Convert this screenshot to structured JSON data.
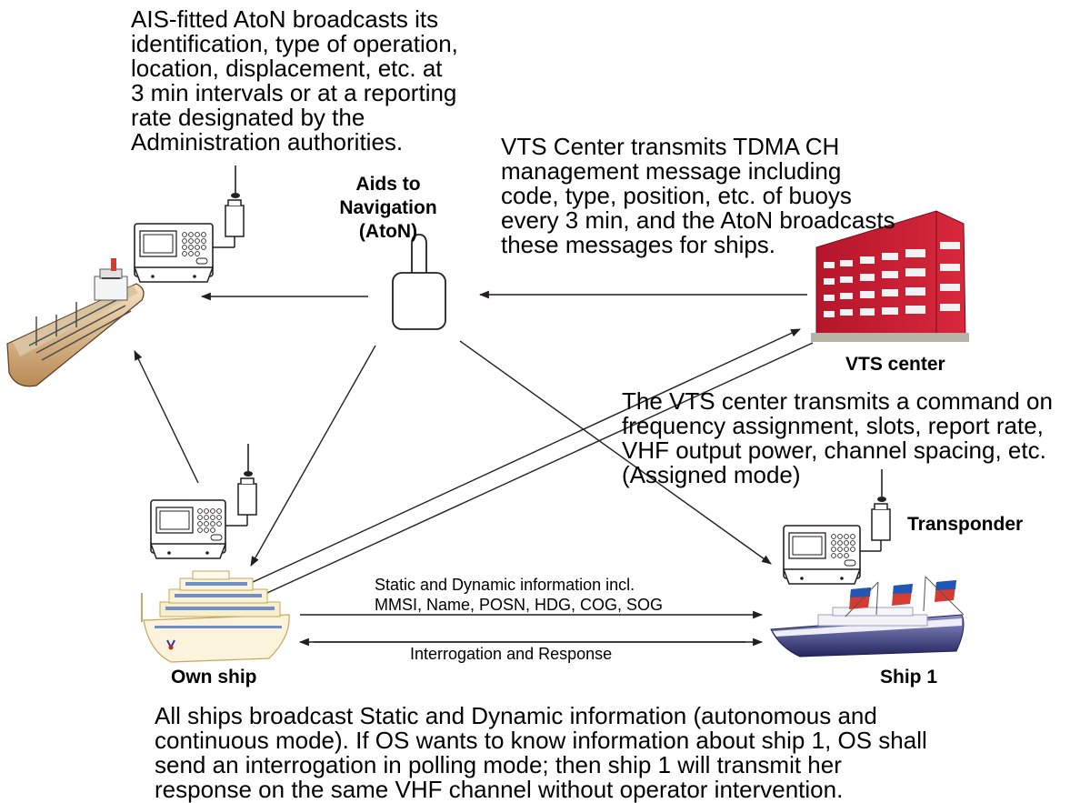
{
  "notes": {
    "aton_broadcast": "AIS-fitted AtoN broadcasts its\nidentification, type of operation,\nlocation, displacement, etc. at\n3 min intervals or at a reporting\nrate designated by the\nAdministration authorities.",
    "vts_management": "VTS Center transmits TDMA CH\nmanagement message including\ncode, type, position, etc. of buoys\nevery 3 min, and the AtoN broadcasts\nthese messages for ships.",
    "vts_command": "The VTS center transmits a command on\nfrequency assignment, slots, report rate,\nVHF output power, channel spacing, etc.\n(Assigned mode)",
    "bottom": "All ships broadcast Static and Dynamic information (autonomous and\ncontinuous mode). If OS wants to know information about ship 1, OS shall\nsend an interrogation in polling mode; then ship 1 will transmit her\nresponse on the same VHF channel without operator intervention."
  },
  "labels": {
    "aton": "Aids to\nNavigation\n(AtoN)",
    "vts_center": "VTS center",
    "transponder": "Transponder",
    "own_ship": "Own ship",
    "ship1": "Ship 1"
  },
  "links": {
    "static_dynamic": "Static and Dynamic information incl.\nMMSI, Name, POSN, HDG, COG, SOG",
    "interrogation": "Interrogation and Response"
  }
}
